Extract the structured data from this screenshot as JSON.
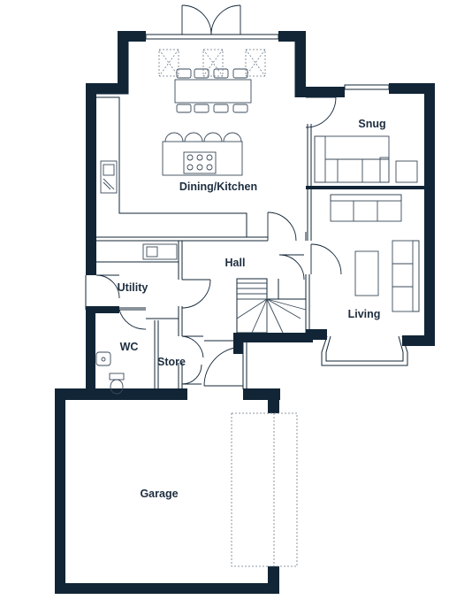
{
  "rooms": {
    "dining_kitchen": "Dining/Kitchen",
    "snug": "Snug",
    "hall": "Hall",
    "utility": "Utility",
    "living": "Living",
    "wc": "WC",
    "store": "Store",
    "garage": "Garage"
  },
  "colors": {
    "wall": "#112536",
    "label": "#1d2d3f",
    "background": "#ffffff"
  }
}
